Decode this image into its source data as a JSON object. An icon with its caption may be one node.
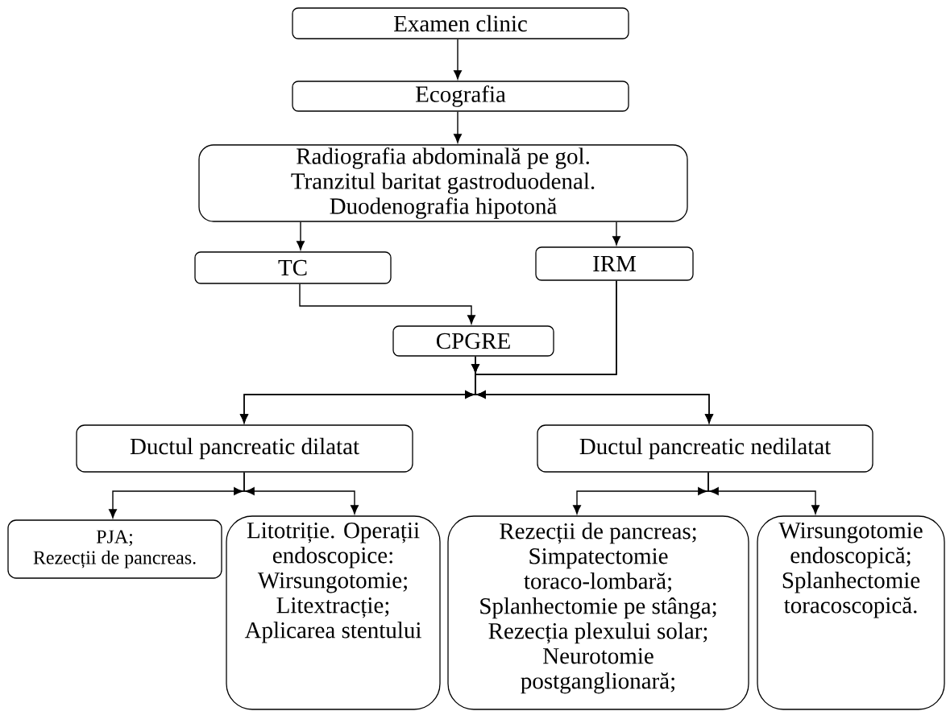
{
  "diagram": {
    "nodes": [
      {
        "text": [
          "Examen clinic"
        ]
      },
      {
        "text": [
          "Ecografia"
        ]
      },
      {
        "text": [
          "Radiografia abdominală pe gol.",
          "Tranzitul baritat gastroduodenal.",
          "Duodenografia hipotonă"
        ]
      },
      {
        "text": [
          "TC"
        ]
      },
      {
        "text": [
          "IRM"
        ]
      },
      {
        "text": [
          "CPGRE"
        ]
      },
      {
        "text": [
          "Ductul pancreatic dilatat"
        ]
      },
      {
        "text": [
          "Ductul pancreatic nedilatat"
        ]
      },
      {
        "text": [
          "PJA;",
          "Rezecții de pancreas."
        ]
      },
      {
        "text": [
          "Litotriție. Operații endoscopice: Wirsungotomie; Litextracție; Aplicarea stentului"
        ]
      },
      {
        "text": [
          "Rezecții de pancreas; Simpatectomie toraco-lombară; Splanhectomie pe stânga; Rezecția plexului solar; Neurotomie postganglionară;"
        ]
      },
      {
        "text": [
          "Wirsungotomie endoscopică; Splanhectomie toracoscopică."
        ]
      }
    ],
    "edges": [
      {
        "from": 0,
        "to": 1,
        "arrow": "to"
      },
      {
        "from": 1,
        "to": 2,
        "arrow": "to"
      },
      {
        "from": 2,
        "to": 3,
        "arrow": "to"
      },
      {
        "from": 2,
        "to": 4,
        "arrow": "to"
      },
      {
        "from": 3,
        "to": 5,
        "arrow": "to"
      },
      {
        "from": 5,
        "to": 6,
        "arrow": "to"
      },
      {
        "from": 5,
        "to": 7,
        "arrow": "to"
      },
      {
        "from": 4,
        "to": 6,
        "arrow": "to"
      },
      {
        "from": 4,
        "to": 7,
        "arrow": "to"
      },
      {
        "from": 6,
        "to": 8,
        "arrow": "to"
      },
      {
        "from": 6,
        "to": 9,
        "arrow": "to"
      },
      {
        "from": 7,
        "to": 10,
        "arrow": "to"
      },
      {
        "from": 7,
        "to": 11,
        "arrow": "to"
      }
    ]
  }
}
